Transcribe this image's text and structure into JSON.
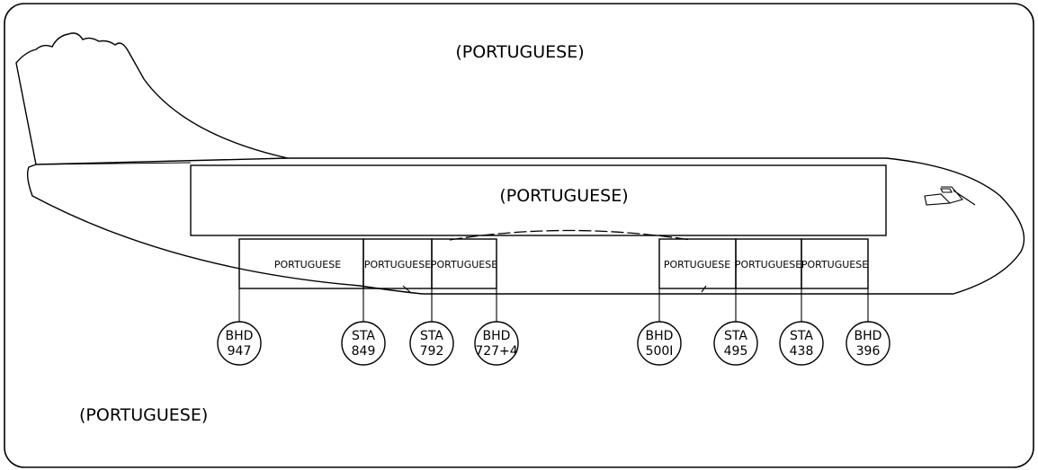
{
  "labels": {
    "top": "(PORTUGUESE)",
    "upper_cabin": "(PORTUGUESE)",
    "bottom_left": "(PORTUGUESE)"
  },
  "compartments": [
    {
      "id": "aft_hold",
      "label": "PORTUGUESE"
    },
    {
      "id": "aft_1",
      "label": "PORTUGUESE"
    },
    {
      "id": "aft_2",
      "label": "PORTUGUESE"
    },
    {
      "id": "fwd_hold",
      "label": "PORTUGUESE"
    },
    {
      "id": "fwd_1",
      "label": "PORTUGUESE"
    },
    {
      "id": "fwd_2",
      "label": "PORTUGUESE"
    }
  ],
  "stations": [
    {
      "kind": "BHD",
      "value": "947"
    },
    {
      "kind": "STA",
      "value": "849"
    },
    {
      "kind": "STA",
      "value": "792"
    },
    {
      "kind": "BHD",
      "value": "727+4"
    },
    {
      "kind": "BHD",
      "value": "500I"
    },
    {
      "kind": "STA",
      "value": "495"
    },
    {
      "kind": "STA",
      "value": "438"
    },
    {
      "kind": "BHD",
      "value": "396"
    }
  ]
}
